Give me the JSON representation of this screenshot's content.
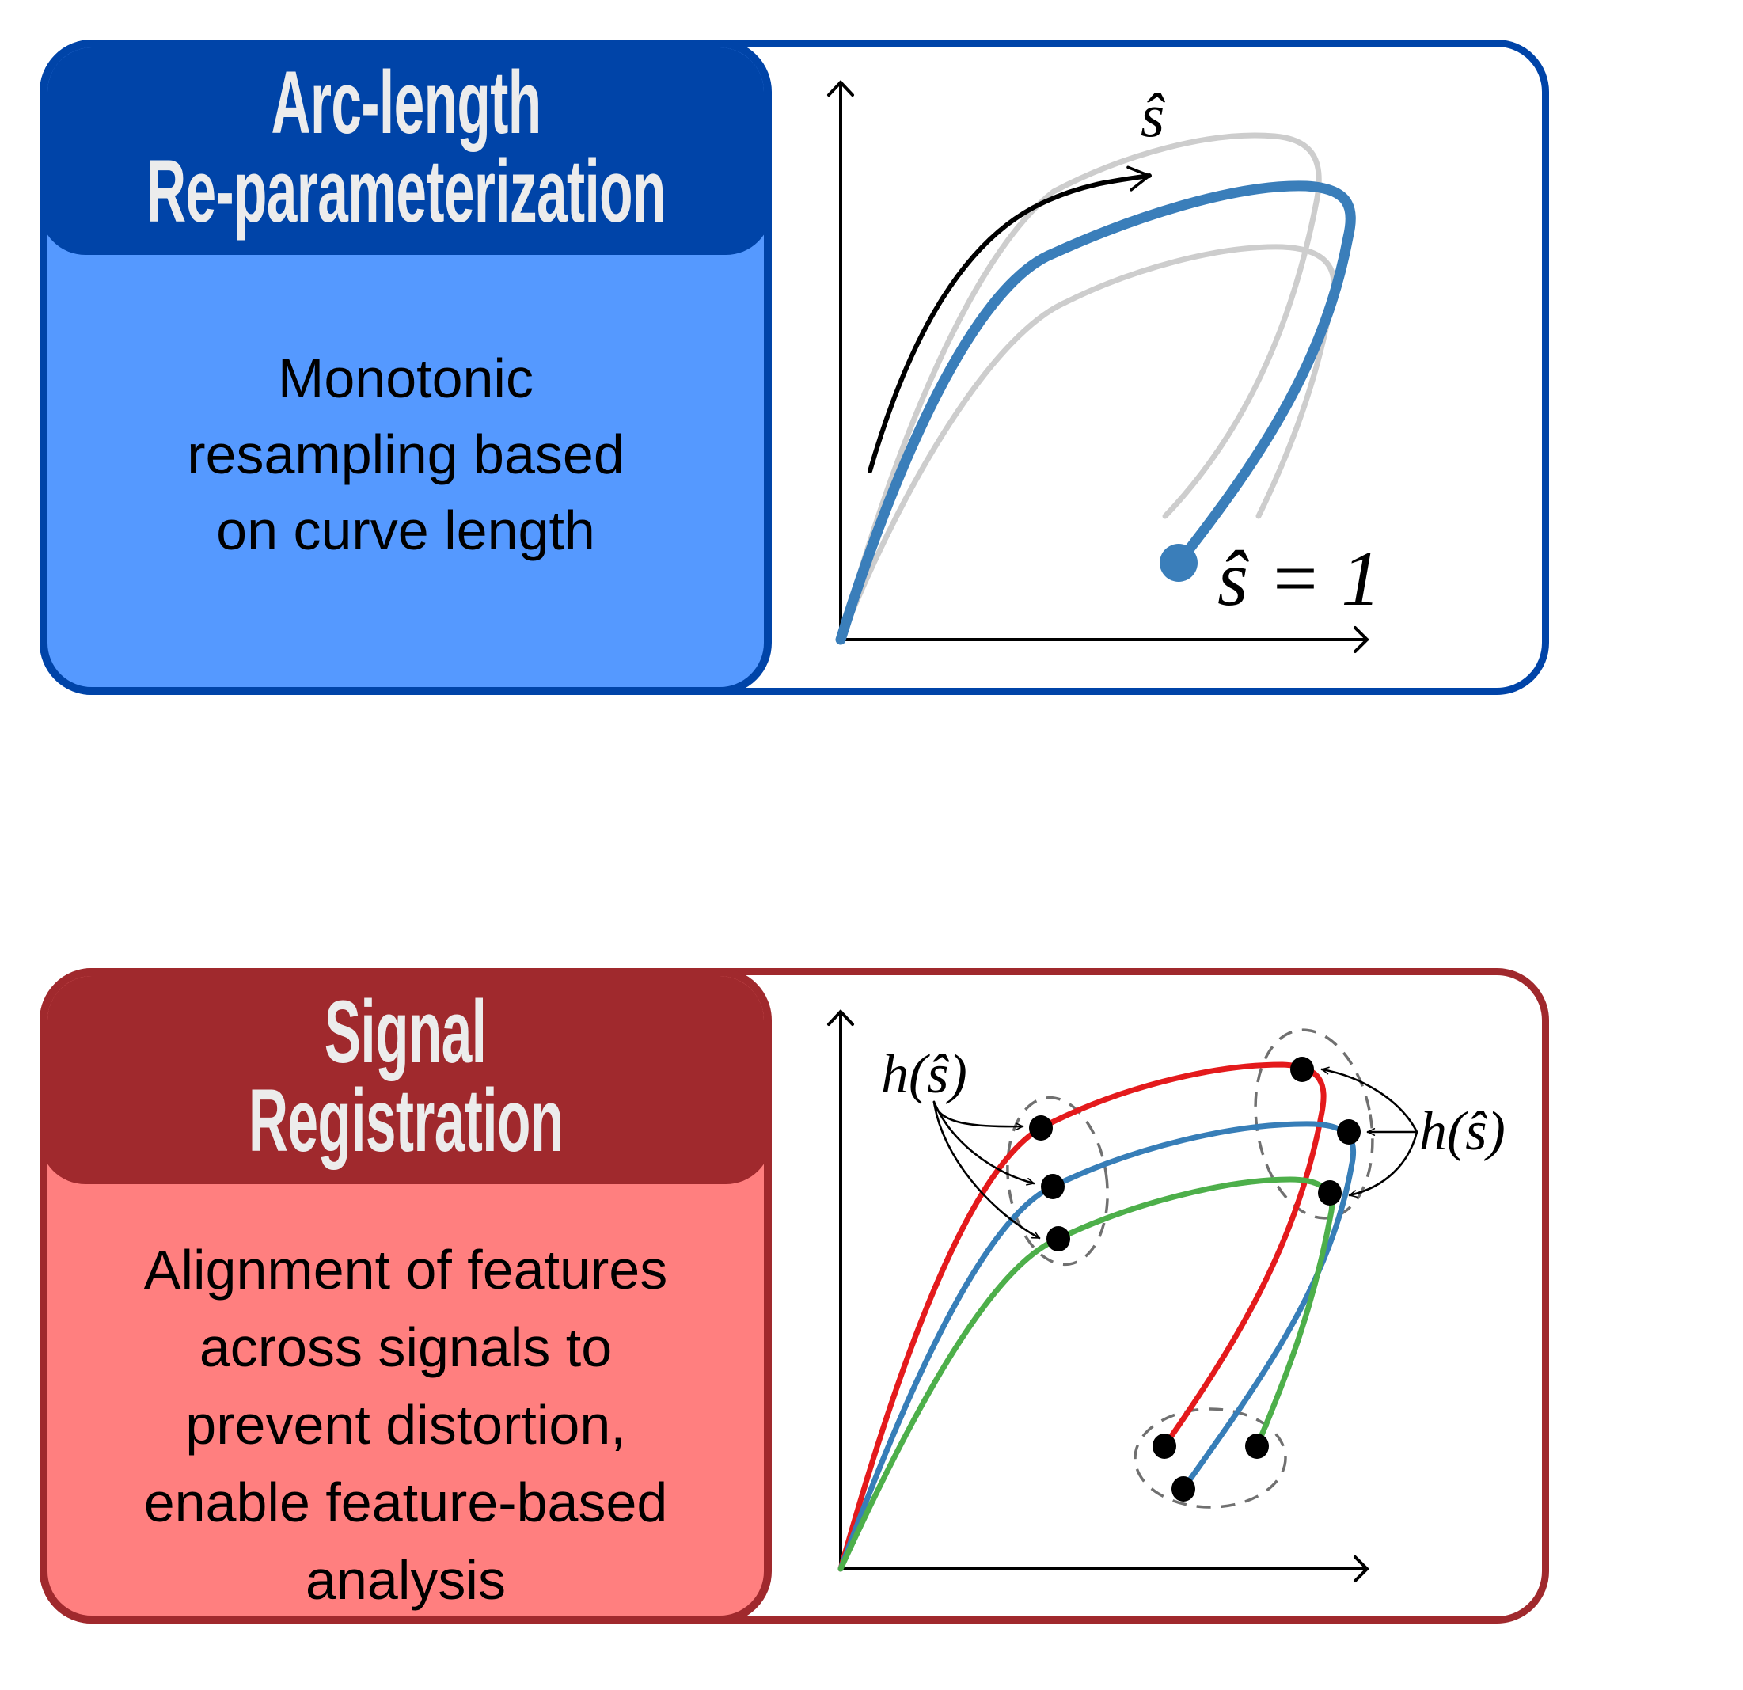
{
  "panels": [
    {
      "id": "arc-length",
      "title_lines": [
        "Arc-length",
        "Re-parameterization"
      ],
      "description_lines": [
        "Monotonic",
        "resampling based",
        "on curve length"
      ],
      "colors": {
        "border": "#0044A8",
        "header": "#0044A8",
        "body": "#5599FF"
      },
      "diagram": {
        "direction_label": "ŝ",
        "endpoint_label": "ŝ = 1",
        "curve_colors": {
          "highlight": "#3A7EBA",
          "ghost": "#CDCDCD",
          "arrow": "#000000"
        }
      }
    },
    {
      "id": "signal-registration",
      "title_lines": [
        "Signal",
        "Registration"
      ],
      "description_lines": [
        "Alignment of features",
        "across signals to",
        "prevent distortion,",
        "enable feature-based",
        "analysis"
      ],
      "colors": {
        "border": "#A0292D",
        "header": "#A0292D",
        "body": "#FF7F7F"
      },
      "diagram": {
        "warp_label_left": "h(ŝ)",
        "warp_label_right": "h(ŝ)",
        "curve_colors": {
          "red": "#E41A1C",
          "blue": "#377EB8",
          "green": "#4DAF4A",
          "landmark": "#000000",
          "group_outline": "#707070"
        }
      }
    }
  ]
}
